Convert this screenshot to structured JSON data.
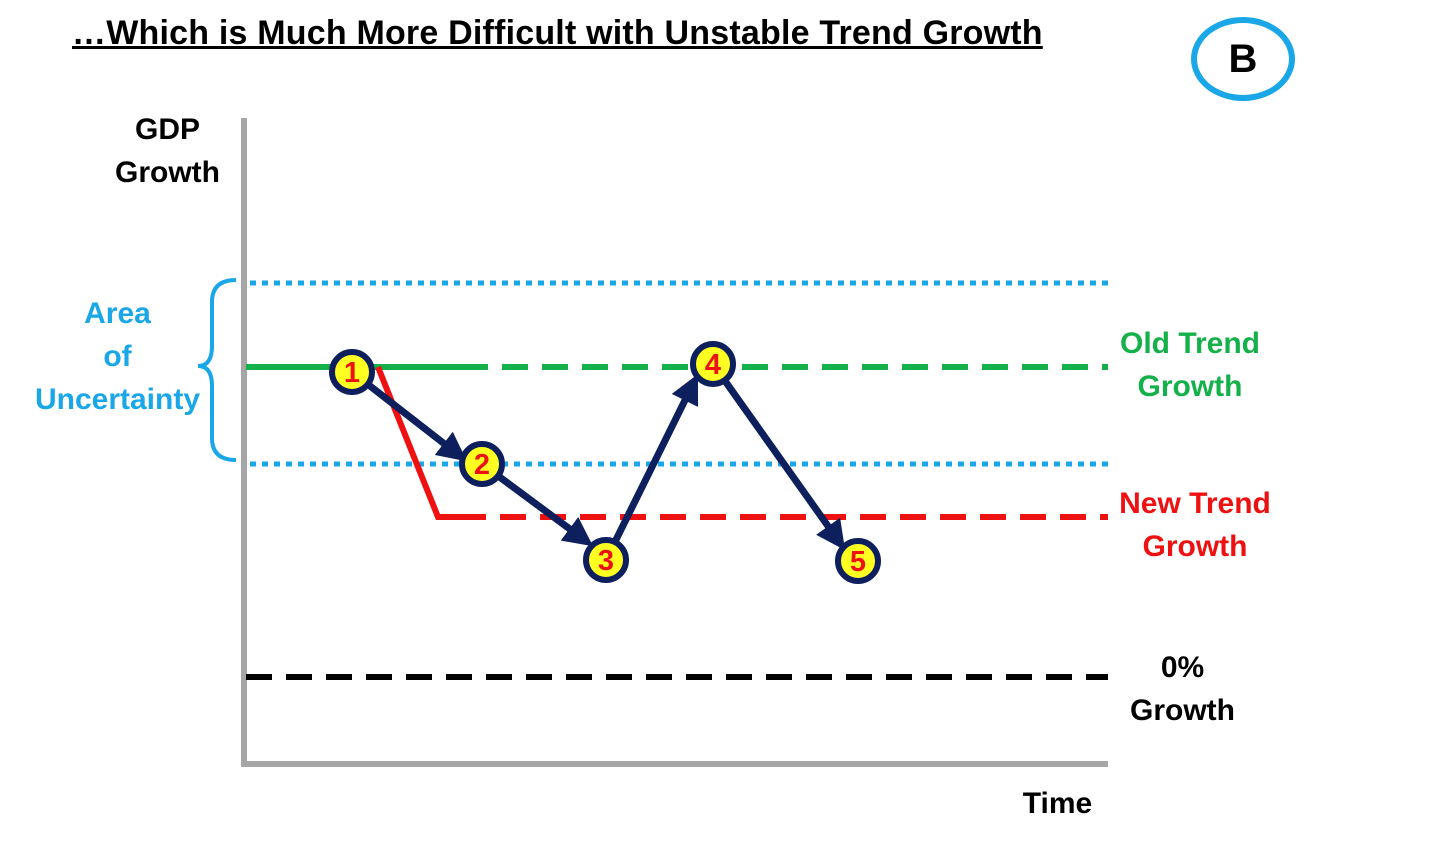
{
  "title": "…Which is Much More Difficult with Unstable Trend Growth",
  "badge": "B",
  "axes": {
    "y_label_line1": "GDP",
    "y_label_line2": "Growth",
    "x_label": "Time"
  },
  "labels": {
    "area_line1": "Area",
    "area_line2": "of",
    "area_line3": "Uncertainty",
    "old_line1": "Old Trend",
    "old_line2": "Growth",
    "new_line1": "New Trend",
    "new_line2": "Growth",
    "zero_line1": "0%",
    "zero_line2": "Growth"
  },
  "colors": {
    "uncertainty": "#1aa7e8",
    "old_trend": "#14b04a",
    "new_trend": "#ee1111",
    "zero": "#000000",
    "path": "#0d1f5c",
    "node_fill": "#ffff22",
    "axis": "#a6a6a6"
  },
  "nodes": [
    "1",
    "2",
    "3",
    "4",
    "5"
  ]
}
